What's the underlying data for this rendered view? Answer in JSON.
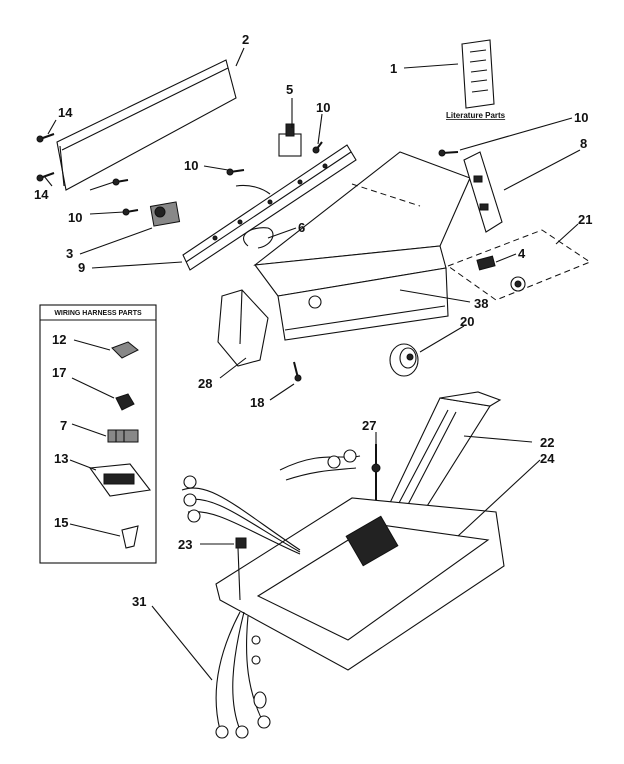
{
  "literature_label": "Literature Parts",
  "harness_box_title": "WIRING HARNESS PARTS",
  "callouts": {
    "c1": "1",
    "c2": "2",
    "c3": "3",
    "c4": "4",
    "c5": "5",
    "c6": "6",
    "c7": "7",
    "c8": "8",
    "c9": "9",
    "c10a": "10",
    "c10b": "10",
    "c10c": "10",
    "c10d": "10",
    "c12": "12",
    "c13": "13",
    "c14a": "14",
    "c14b": "14",
    "c15": "15",
    "c17": "17",
    "c18": "18",
    "c20": "20",
    "c21": "21",
    "c22": "22",
    "c23": "23",
    "c24": "24",
    "c27": "27",
    "c28": "28",
    "c31": "31",
    "c38": "38"
  }
}
